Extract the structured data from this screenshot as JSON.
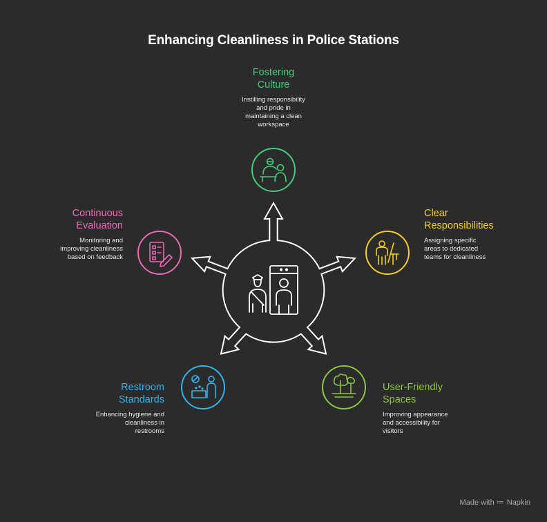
{
  "title": "Enhancing Cleanliness in Police Stations",
  "colors": {
    "background": "#2b2b2b",
    "culture": "#3ecf7e",
    "responsibilities": "#f5d020",
    "spaces": "#8cc63f",
    "restroom": "#2fb5ef",
    "evaluation": "#e96bb5",
    "center": "#ffffff"
  },
  "nodes": [
    {
      "id": "culture",
      "label": "Fostering\nCulture",
      "desc": "Instilling responsibility\nand pride in\nmaintaining a clean\nworkspace",
      "icon": "team-collaboration-icon"
    },
    {
      "id": "responsibilities",
      "label": "Clear\nResponsibilities",
      "desc": "Assigning specific\nareas to dedicated\nteams for cleanliness",
      "icon": "janitor-cleaning-icon"
    },
    {
      "id": "spaces",
      "label": "User-Friendly\nSpaces",
      "desc": "Improving appearance\nand accessibility for\nvisitors",
      "icon": "park-trees-icon"
    },
    {
      "id": "restroom",
      "label": "Restroom\nStandards",
      "desc": "Enhancing hygiene and\ncleanliness in\nrestrooms",
      "icon": "handwashing-icon"
    },
    {
      "id": "evaluation",
      "label": "Continuous\nEvaluation",
      "desc": "Monitoring and\nimproving cleanliness\nbased on feedback",
      "icon": "checklist-pencil-icon"
    }
  ],
  "center_icon": "police-officer-security-scanner-icon",
  "footer": {
    "made_with": "Made with",
    "brand": "Napkin"
  }
}
